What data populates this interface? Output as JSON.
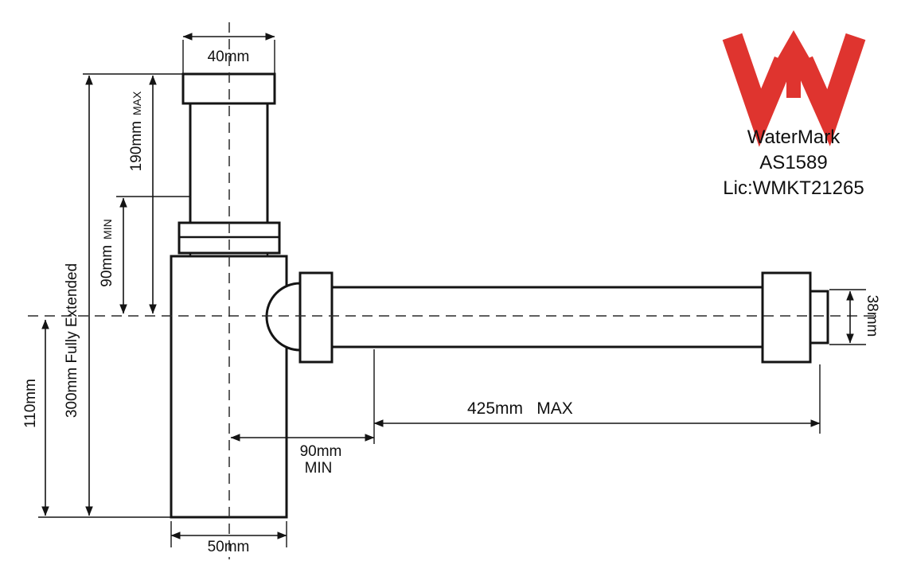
{
  "colors": {
    "logo_red": "#df342f",
    "line": "#141414"
  },
  "certification": {
    "brand": "WaterMark",
    "standard": "AS1589",
    "license": "Lic:WMKT21265"
  },
  "dimensions": {
    "top_width": "40mm",
    "inlet_max": {
      "value": "190mm",
      "qualifier": "MAX"
    },
    "inlet_min": {
      "value": "90mm",
      "qualifier": "MIN"
    },
    "fully_extended": "300mm Fully Extended",
    "body_depth": "110mm",
    "outlet_diameter": "38mm",
    "outlet_max": {
      "value": "425mm",
      "qualifier": "MAX"
    },
    "outlet_min_value": "90mm",
    "outlet_min_qualifier": "MIN",
    "base_width": "50mm"
  }
}
